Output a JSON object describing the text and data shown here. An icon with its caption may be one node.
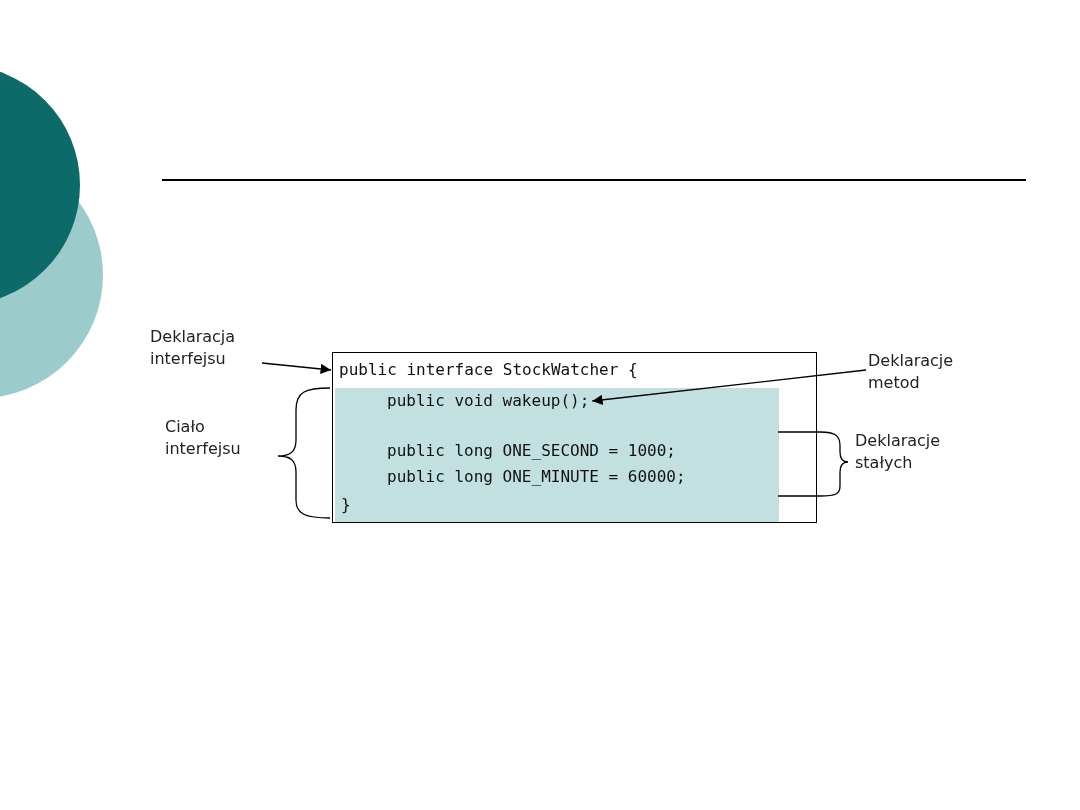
{
  "diagram": {
    "nodes": [
      {
        "text": [
          "Deklaracja interfejsu"
        ]
      },
      {
        "text": [
          "public interface StockWatcher {"
        ]
      },
      {
        "text": [
          "Deklaracje metod"
        ]
      },
      {
        "text": [
          "public long ONE_SECOND = 1000;",
          "public long ONE_MINUTE = 60000;",
          "}"
        ],
        "in": 1
      },
      {
        "text": [
          "public void wakeup();"
        ],
        "in": 3
      }
    ],
    "edges": [
      {
        "from": 0,
        "to": 1,
        "arrow": "to"
      },
      {
        "from": 2,
        "to": 4,
        "arrow": "to"
      }
    ],
    "labels": [
      "Ciało interfejsu",
      "Deklaracje stałych"
    ]
  }
}
